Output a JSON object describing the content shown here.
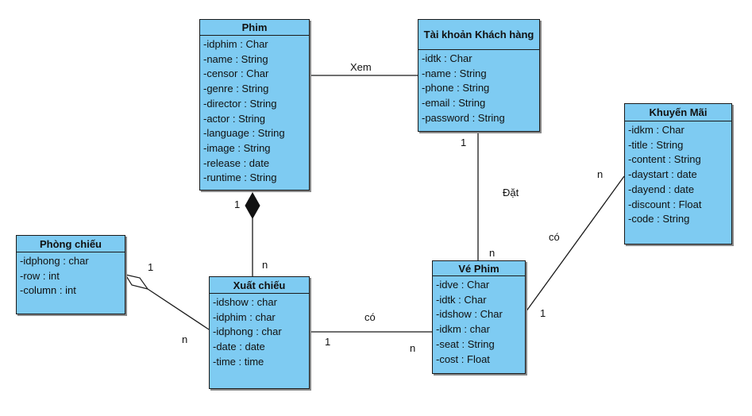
{
  "classes": {
    "phim": {
      "name": "Phim",
      "attributes": [
        "-idphim : Char",
        "-name : String",
        "-censor : Char",
        "-genre : String",
        "-director : String",
        "-actor : String",
        "-language : String",
        "-image : String",
        "-release : date",
        "-runtime : String"
      ]
    },
    "taikhoan": {
      "name": "Tài khoản Khách hàng",
      "attributes": [
        "-idtk : Char",
        "-name : String",
        "-phone : String",
        "-email : String",
        "-password : String"
      ]
    },
    "khuyenmai": {
      "name": "Khuyến Mãi",
      "attributes": [
        "-idkm : Char",
        "-title : String",
        "-content : String",
        "-daystart : date",
        "-dayend : date",
        "-discount : Float",
        "-code : String"
      ]
    },
    "phongchieu": {
      "name": "Phòng chiếu",
      "attributes": [
        "-idphong : char",
        "-row : int",
        "-column : int"
      ]
    },
    "xuatchieu": {
      "name": "Xuất chiếu",
      "attributes": [
        "-idshow : char",
        "-idphim : char",
        "-idphong : char",
        "-date : date",
        "-time : time"
      ]
    },
    "vephim": {
      "name": "Vé Phim",
      "attributes": [
        "-idve : Char",
        "-idtk : Char",
        "-idshow : Char",
        "-idkm : char",
        "-seat : String",
        "-cost : Float"
      ]
    }
  },
  "labels": {
    "xem": "Xem",
    "dat": "Đặt",
    "dat_src": "1",
    "dat_tgt": "n",
    "comp_src": "1",
    "comp_tgt": "n",
    "agg_src": "1",
    "agg_tgt": "n",
    "co_mid": "có",
    "co_src": "1",
    "co_tgt": "n",
    "km_mid": "có",
    "km_src": "n",
    "km_tgt": "1"
  },
  "colors": {
    "class_fill": "#7ecbf2",
    "stroke": "#1a1a1a"
  }
}
